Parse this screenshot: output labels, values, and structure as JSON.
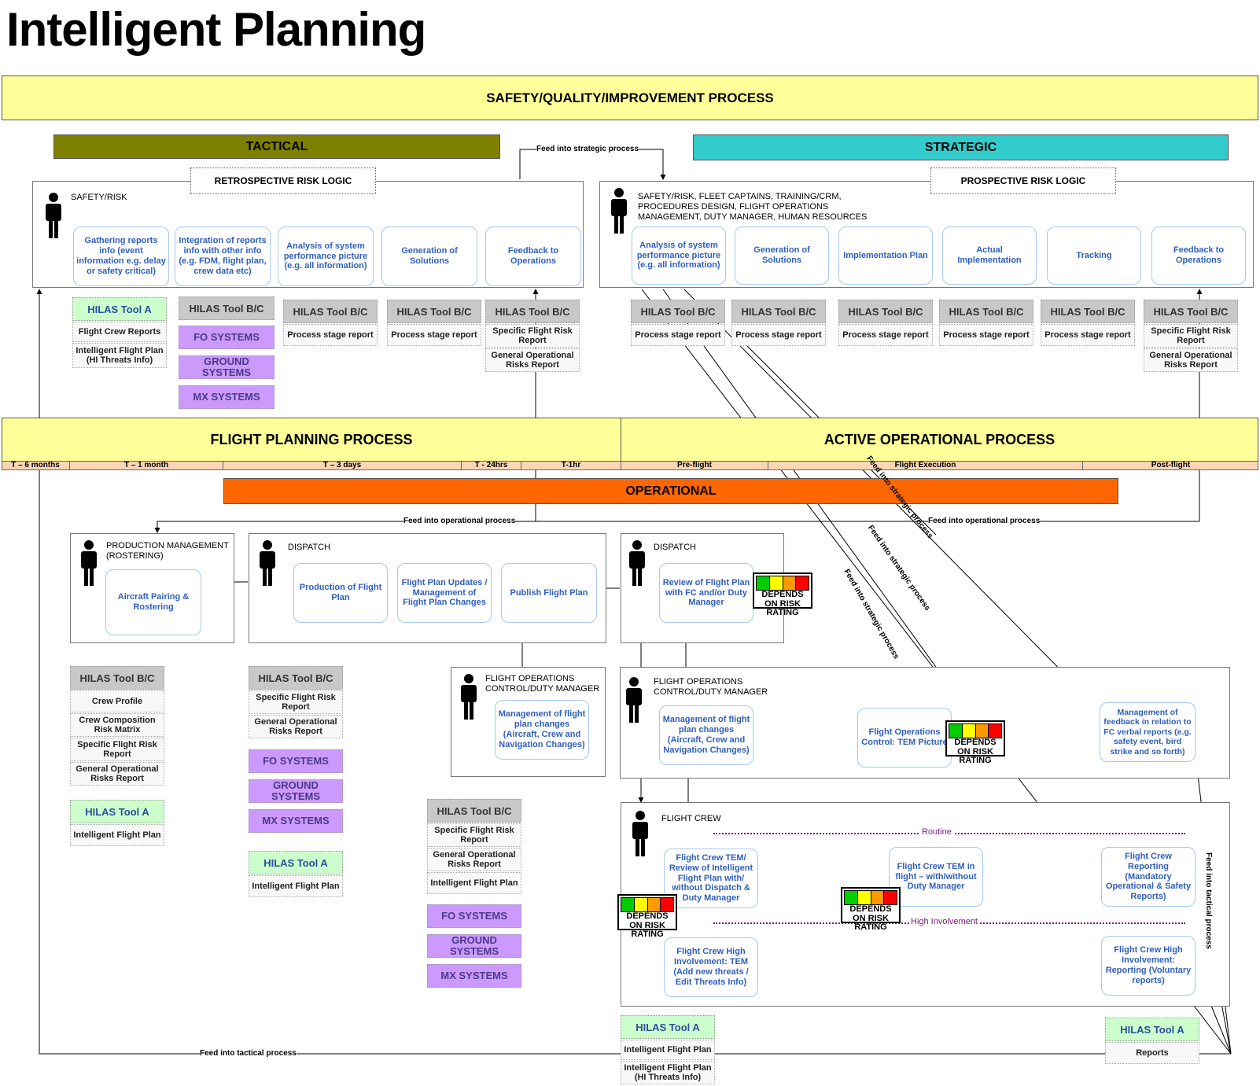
{
  "title": "Intelligent Planning",
  "bands": {
    "safety": "SAFETY/QUALITY/IMPROVEMENT PROCESS",
    "tactical": "TACTICAL",
    "strategic": "STRATEGIC",
    "flight_planning": "FLIGHT PLANNING PROCESS",
    "active_operational": "ACTIVE OPERATIONAL PROCESS",
    "operational": "OPERATIONAL"
  },
  "colors": {
    "safety": "#ffff99",
    "tactical": "#808000",
    "strategic": "#33cccc",
    "operational": "#ff6600",
    "timeline": "#fcd5b4",
    "tool_gray": "#c8c8c8",
    "tool_green": "#ccffcc",
    "tool_purple": "#cc99ff",
    "stage_text": "#2f5fbf"
  },
  "tactical": {
    "logic": "RETROSPECTIVE RISK LOGIC",
    "role": "SAFETY/RISK",
    "stages": [
      "Gathering reports info (event information e.g. delay or safety critical)",
      "Integration of reports info with other info (e.g. FDM, flight plan, crew data etc)",
      "Analysis of system performance picture (e.g. all information)",
      "Generation of Solutions",
      "Feedback to Operations"
    ],
    "tools": {
      "toolA": "HILAS Tool A",
      "toolA_items": [
        "Flight Crew Reports",
        "Intelligent Flight Plan (HI Threats Info)"
      ],
      "toolBC": "HILAS Tool B/C",
      "systems": [
        "FO SYSTEMS",
        "GROUND SYSTEMS",
        "MX SYSTEMS"
      ],
      "stage_tools": [
        {
          "title": "HILAS Tool B/C",
          "items": [
            "Process stage report"
          ]
        },
        {
          "title": "HILAS Tool B/C",
          "items": [
            "Process stage report"
          ]
        },
        {
          "title": "HILAS Tool B/C",
          "items": [
            "Specific Flight Risk Report",
            "General Operational Risks Report"
          ]
        }
      ]
    }
  },
  "strategic": {
    "logic": "PROSPECTIVE RISK LOGIC",
    "role": "SAFETY/RISK, FLEET CAPTAINS, TRAINING/CRM, PROCEDURES DESIGN, FLIGHT OPERATIONS MANAGEMENT, DUTY MANAGER, HUMAN RESOURCES",
    "stages": [
      "Analysis of system performance picture (e.g. all information)",
      "Generation of Solutions",
      "Implementation Plan",
      "Actual Implementation",
      "Tracking",
      "Feedback to Operations"
    ],
    "tools": [
      {
        "title": "HILAS Tool B/C",
        "items": [
          "Process stage report"
        ]
      },
      {
        "title": "HILAS Tool B/C",
        "items": [
          "Process stage report"
        ]
      },
      {
        "title": "HILAS Tool B/C",
        "items": [
          "Process stage report"
        ]
      },
      {
        "title": "HILAS Tool B/C",
        "items": [
          "Process stage report"
        ]
      },
      {
        "title": "HILAS Tool B/C",
        "items": [
          "Process stage report"
        ]
      },
      {
        "title": "HILAS Tool B/C",
        "items": [
          "Specific Flight Risk Report",
          "General Operational Risks Report"
        ]
      }
    ]
  },
  "timeline": [
    "T – 6 months",
    "T – 1 month",
    "T – 3 days",
    "T - 24hrs",
    "T-1hr",
    "Pre-flight",
    "Flight Execution",
    "Post-flight"
  ],
  "operational": {
    "production": {
      "role": "PRODUCTION MANAGEMENT (ROSTERING)",
      "stage": "Aircraft Pairing & Rostering"
    },
    "dispatch1": {
      "role": "DISPATCH",
      "stages": [
        "Production of Flight Plan",
        "Flight Plan Updates / Management of Flight Plan Changes",
        "Publish Flight Plan"
      ]
    },
    "dispatch2": {
      "role": "DISPATCH",
      "stage": "Review of Flight Plan with FC and/or Duty Manager"
    },
    "foc1": {
      "role": "FLIGHT OPERATIONS CONTROL/DUTY MANAGER",
      "stage": "Management of flight plan changes (Aircraft, Crew and Navigation Changes)"
    },
    "foc2": {
      "role": "FLIGHT OPERATIONS CONTROL/DUTY MANAGER",
      "stages": [
        "Management of flight plan changes (Aircraft, Crew and Navigation Changes)",
        "Flight Operations Control: TEM Picture",
        "Management of feedback in relation to FC verbal reports (e.g. safety event, bird strike and so forth)"
      ]
    },
    "crew": {
      "role": "FLIGHT CREW",
      "routine": "Routine",
      "high": "High Involvement",
      "stages": [
        "Flight Crew TEM/ Review of Intelligent Flight Plan with/ without Dispatch & Duty Manager",
        "Flight Crew TEM in flight – with/without Duty Manager",
        "Flight Crew Reporting (Mandatory Operational & Safety Reports)",
        "Flight Crew High Involvement: TEM (Add new threats / Edit Threats Info)",
        "Flight Crew High Involvement: Reporting (Voluntary reports)"
      ]
    },
    "rating": "DEPENDS ON RISK RATING",
    "tools": {
      "prod_bc": {
        "title": "HILAS Tool B/C",
        "items": [
          "Crew Profile",
          "Crew Composition Risk Matrix",
          "Specific Flight Risk Report",
          "General Operational Risks Report"
        ]
      },
      "prod_a": {
        "title": "HILAS Tool A",
        "items": [
          "Intelligent Flight Plan"
        ]
      },
      "disp_bc": {
        "title": "HILAS Tool B/C",
        "items": [
          "Specific Flight Risk Report",
          "General Operational Risks Report"
        ]
      },
      "disp_sys": [
        "FO SYSTEMS",
        "GROUND SYSTEMS",
        "MX SYSTEMS"
      ],
      "disp_a": {
        "title": "HILAS Tool A",
        "items": [
          "Intelligent Flight Plan"
        ]
      },
      "foc_bc": {
        "title": "HILAS Tool B/C",
        "items": [
          "Specific Flight Risk Report",
          "General Operational Risks Report",
          "Intelligent Flight Plan"
        ]
      },
      "foc_sys": [
        "FO SYSTEMS",
        "GROUND SYSTEMS",
        "MX SYSTEMS"
      ],
      "crew_a": {
        "title": "HILAS Tool A",
        "items": [
          "Intelligent Flight Plan",
          "Intelligent Flight Plan (HI Threats Info)"
        ]
      },
      "report_a": {
        "title": "HILAS Tool A",
        "items": [
          "Reports"
        ]
      }
    }
  },
  "connectors": {
    "feed_strategic": "Feed into strategic process",
    "feed_operational": "Feed into operational process",
    "feed_tactical": "Feed into tactical process",
    "feed_operational_right": "Feed into operational process"
  }
}
